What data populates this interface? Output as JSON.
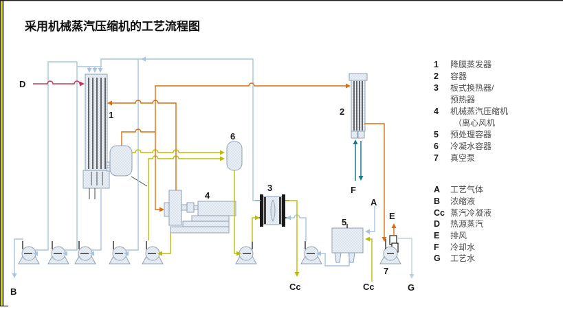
{
  "title": "采用机械蒸汽压缩机的工艺流程图",
  "colors": {
    "process_liquid_pipe": "#a6c5e4",
    "vapor_pipe": "#e26b0a",
    "condensate_pipe": "#bdbd00",
    "heating_steam_pipe": "#c33a52",
    "cooling_water_pipe": "#157a8d",
    "process_water_pipe": "#bccfe3",
    "equipment_fill": "#eaf0f6",
    "equipment_stroke": "#90a1b5",
    "slide_edge_yellow": "#d9d900"
  },
  "equipment_legend": [
    {
      "id": "1",
      "label": "降膜蒸发器"
    },
    {
      "id": "2",
      "label": "容器"
    },
    {
      "id": "3",
      "label": "板式换热器/",
      "label2": "预热器"
    },
    {
      "id": "4",
      "label": "机械蒸汽压缩机",
      "label2": "（离心风机"
    },
    {
      "id": "5",
      "label": "预处理容器"
    },
    {
      "id": "6",
      "label": "冷凝水容器"
    },
    {
      "id": "7",
      "label": "真空泵"
    }
  ],
  "stream_legend": [
    {
      "id": "A",
      "label": "工艺气体"
    },
    {
      "id": "B",
      "label": "浓缩液"
    },
    {
      "id": "Cc",
      "label": "蒸汽冷凝液"
    },
    {
      "id": "D",
      "label": "热源蒸汽"
    },
    {
      "id": "E",
      "label": "排风"
    },
    {
      "id": "F",
      "label": "冷却水"
    },
    {
      "id": "G",
      "label": "工艺水"
    }
  ],
  "diagram_labels": {
    "n1": "1",
    "n2": "2",
    "n3": "3",
    "n4": "4",
    "n5": "5",
    "n6": "6",
    "n7": "7",
    "d": "D",
    "b": "B",
    "cc1": "Cc",
    "cc2": "Cc",
    "a": "A",
    "e": "E",
    "f": "F",
    "g": "G"
  }
}
